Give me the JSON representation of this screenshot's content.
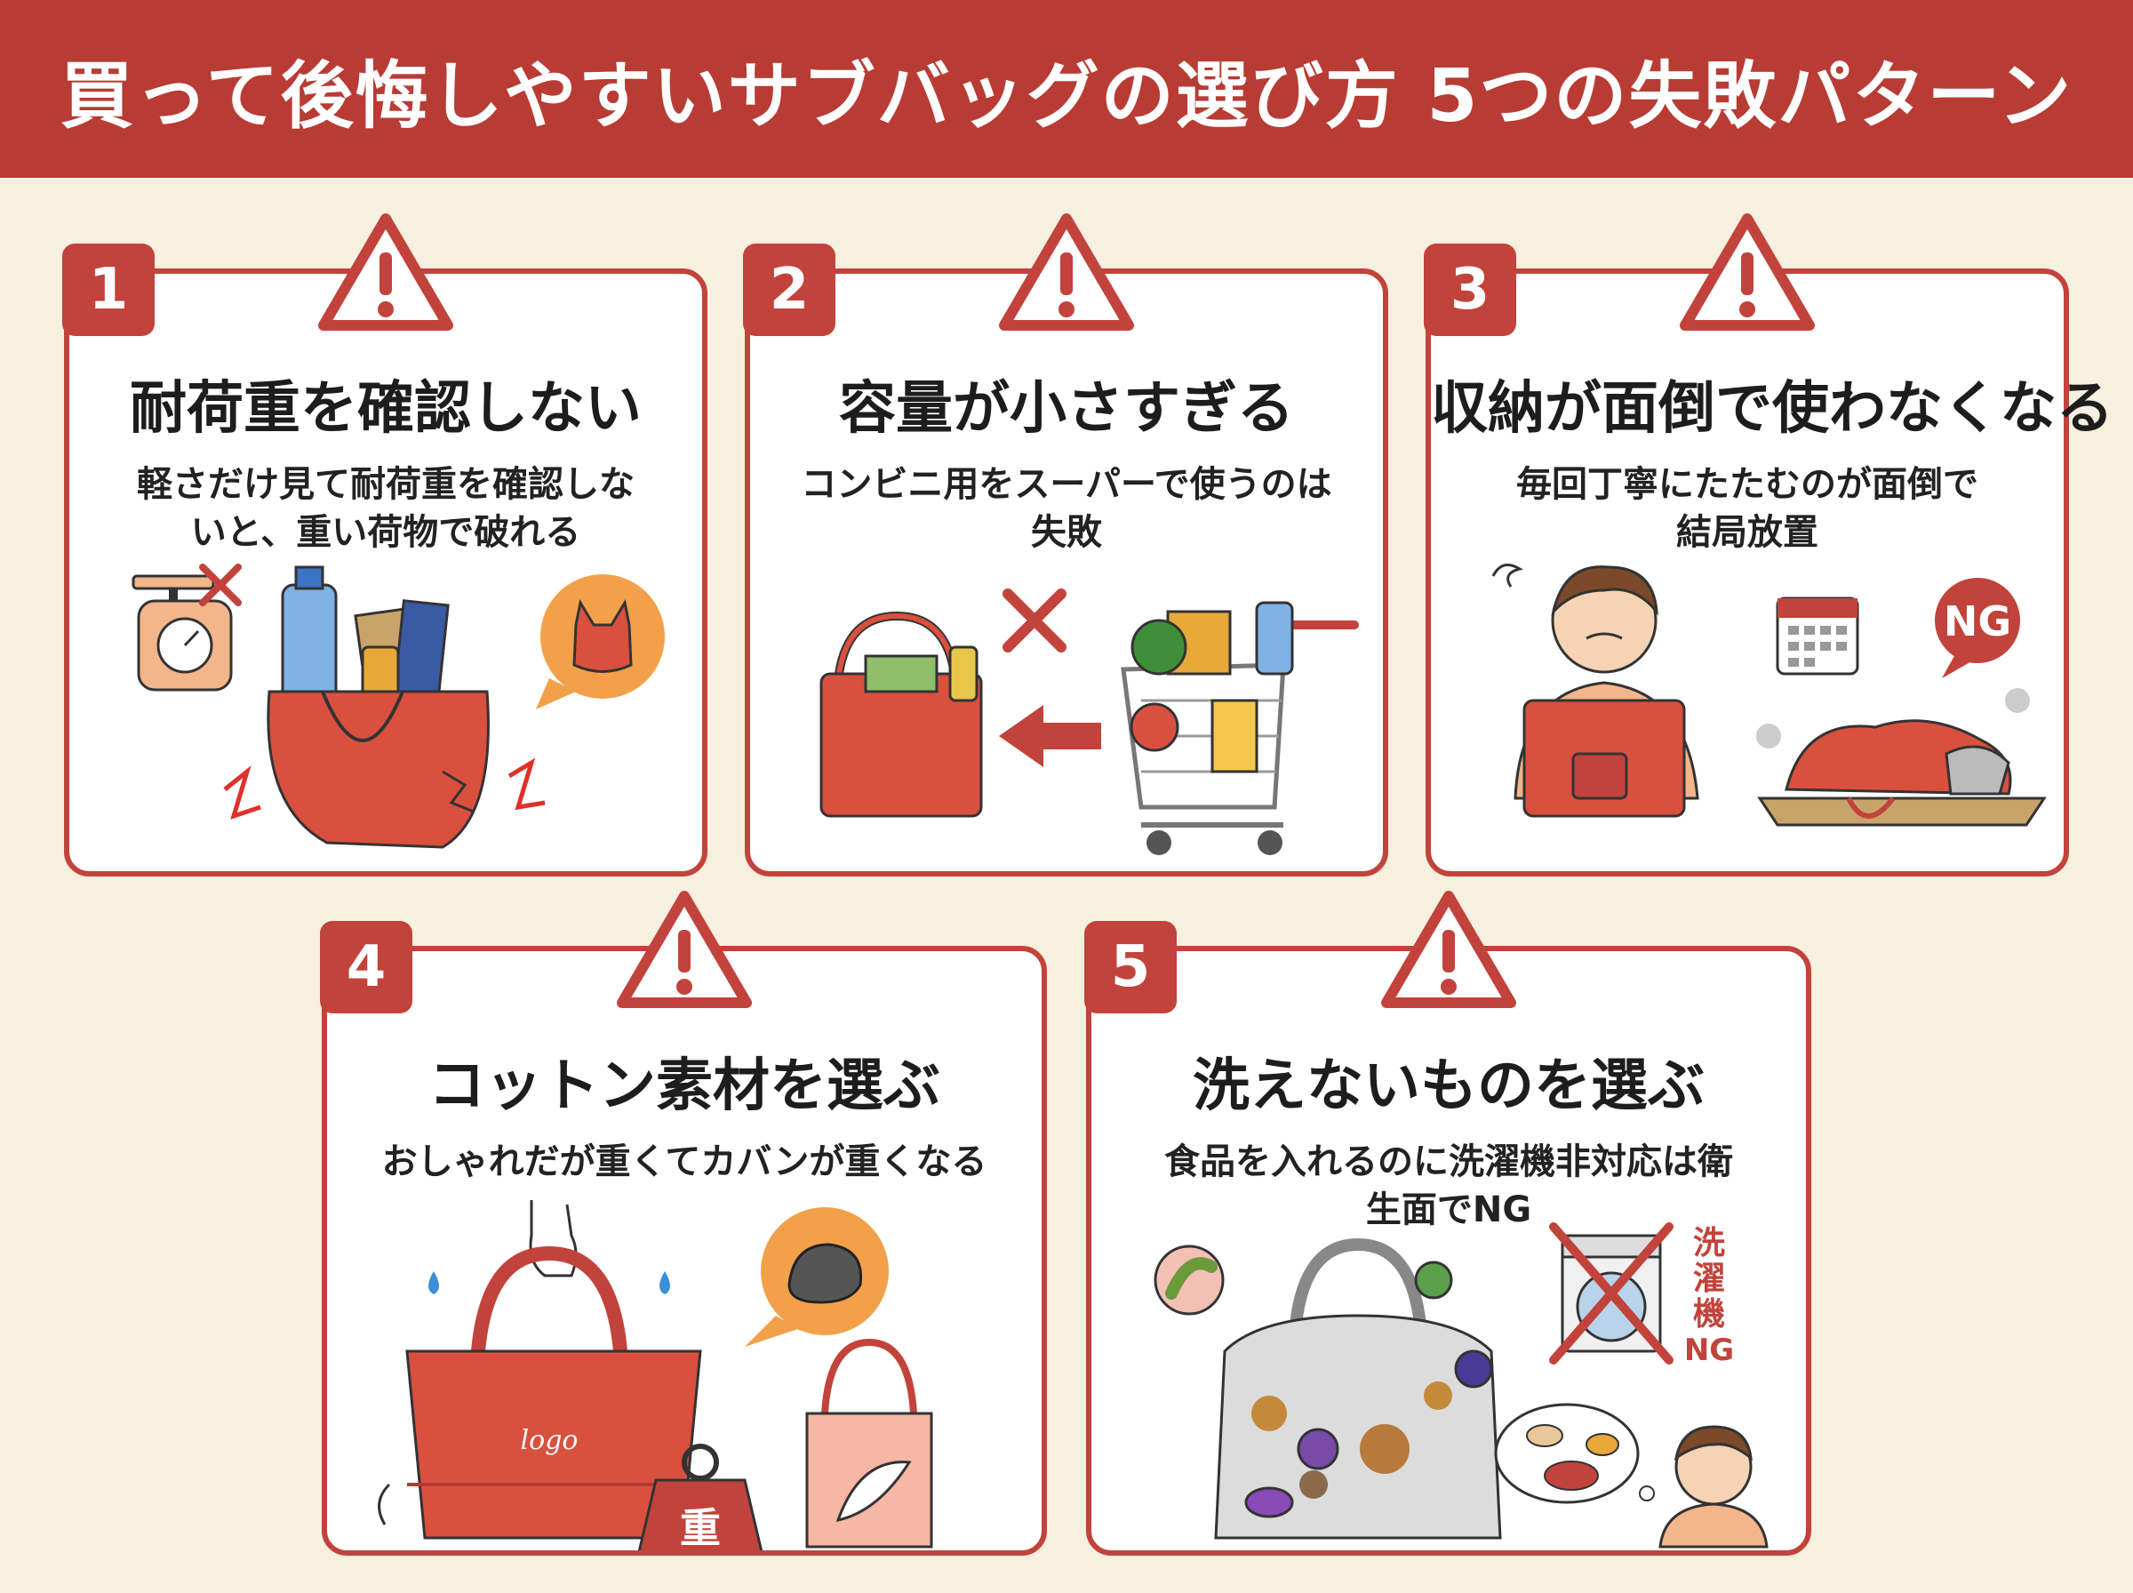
{
  "header": {
    "title": "買って後悔しやすいサブバッグの選び方 5つの失敗パターン"
  },
  "colors": {
    "accent": "#c2433b",
    "banner": "#b83c34",
    "background": "#f7efdf",
    "bag": "#d9503f"
  },
  "cards": [
    {
      "number": "1",
      "title": "耐荷重を確認しない",
      "desc": "軽さだけ見て耐荷重を確認しないと、重い荷物で破れる"
    },
    {
      "number": "2",
      "title": "容量が小さすぎる",
      "desc": "コンビニ用をスーパーで使うのは失敗"
    },
    {
      "number": "3",
      "title": "収納が面倒で使わなくなる",
      "desc": "毎回丁寧にたたむのが面倒で結局放置",
      "badge": "NG"
    },
    {
      "number": "4",
      "title": "コットン素材を選ぶ",
      "desc": "おしゃれだが重くてカバンが重くなる",
      "bag_text": "logo",
      "weight_text": "重"
    },
    {
      "number": "5",
      "title": "洗えないものを選ぶ",
      "desc": "食品を入れるのに洗濯機非対応は衛生面でNG",
      "machine_label": [
        "洗",
        "濯",
        "機",
        "NG"
      ]
    }
  ],
  "icons": [
    "warning-icon",
    "scale-icon",
    "cross-icon",
    "plastic-bag-icon",
    "shopping-cart-icon",
    "arrow-left-icon",
    "calendar-icon",
    "person-icon",
    "weight-icon",
    "feather-icon",
    "rock-icon",
    "germ-icon",
    "washing-machine-icon"
  ]
}
